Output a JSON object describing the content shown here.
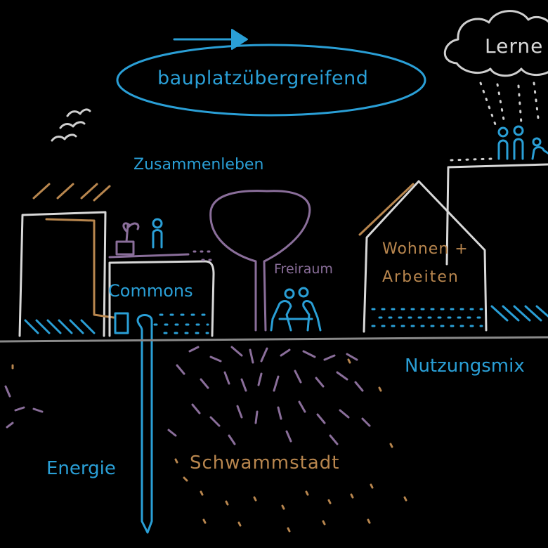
{
  "labels": {
    "bauplatz": "bauplatzübergreifend",
    "lernen": "Lerne",
    "zusammenleben": "Zusammenleben",
    "commons": "Commons",
    "freiraum": "Freiraum",
    "wohnen_line1": "Wohnen +",
    "wohnen_line2": "Arbeiten",
    "nutzungsmix": "Nutzungsmix",
    "energie": "Energie",
    "schwammstadt": "Schwammstadt"
  },
  "colors": {
    "background": "#000000",
    "white": "#d8d8d8",
    "blue": "#2a9fd6",
    "orange": "#b8864e",
    "purple": "#8a6e9a"
  },
  "icons": [
    "cloud-icon",
    "birds-icon",
    "tree-icon",
    "people-bench-icon",
    "people-group-icon",
    "plant-icon",
    "person-icon",
    "house-icon"
  ]
}
